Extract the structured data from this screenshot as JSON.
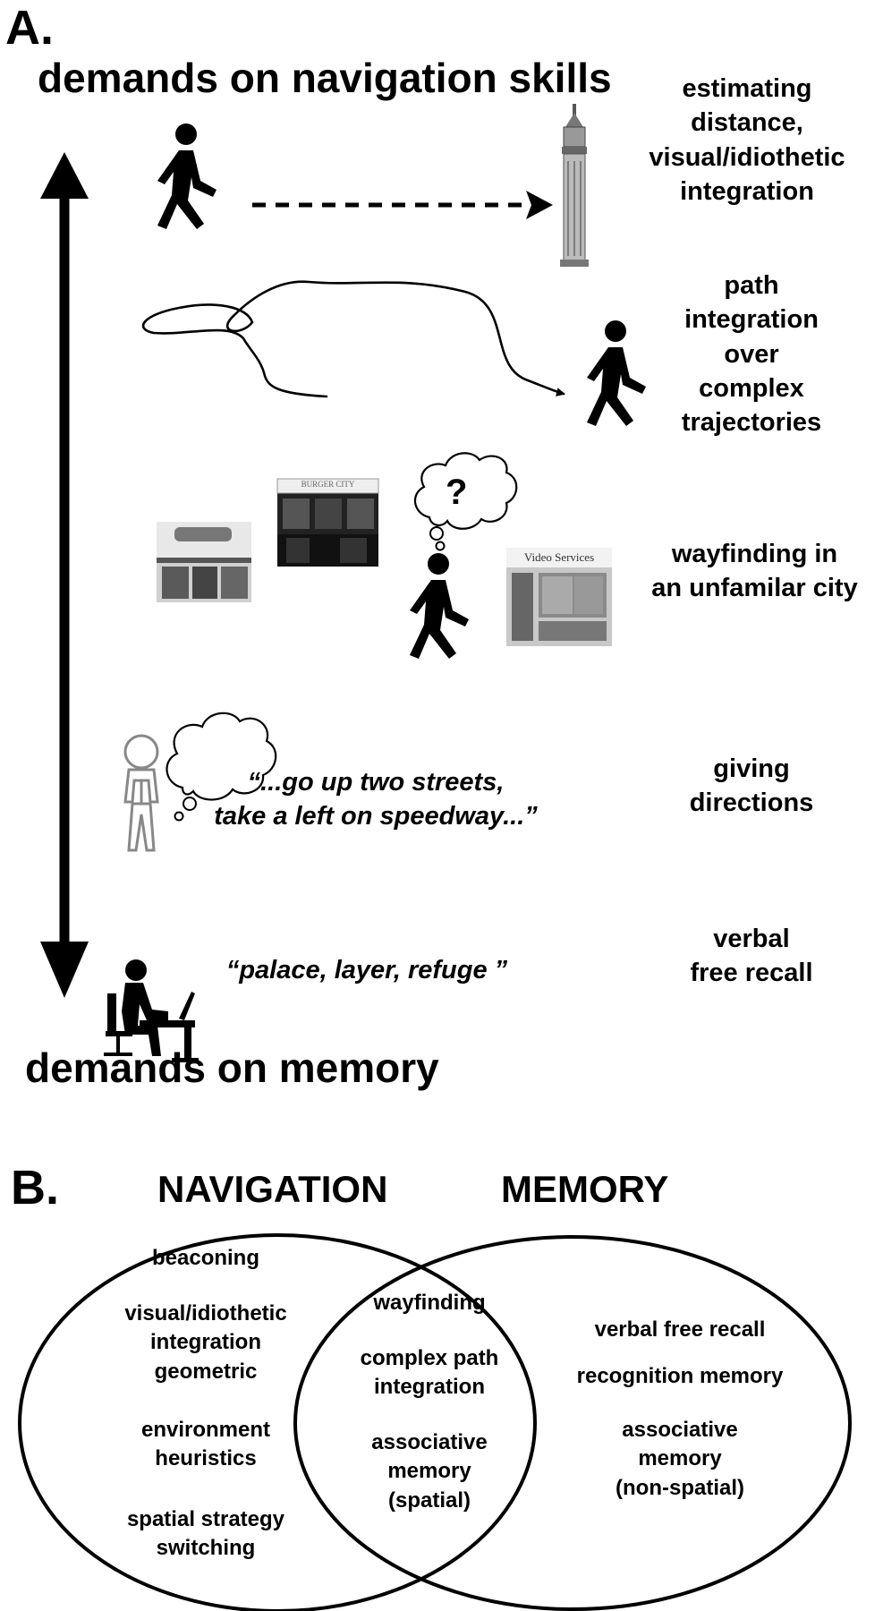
{
  "panel_a": {
    "letter": "A.",
    "top_label": "demands on navigation skills",
    "bottom_label": "demands on memory",
    "rows": [
      {
        "label": "estimating\ndistance,\nvisual/idiothetic\nintegration"
      },
      {
        "label": "path\nintegration\nover\ncomplex\ntrajectories"
      },
      {
        "label": "wayfinding in\nan unfamilar city",
        "bubble_text": "?",
        "signs": [
          "BURGER CITY",
          "Video Services"
        ]
      },
      {
        "label": "giving\ndirections",
        "quote": "“...go up two streets,\ntake a left on speedway...”"
      },
      {
        "label": "verbal\nfree recall",
        "quote": "“palace, layer, refuge ”"
      }
    ],
    "icons": [
      "walking-person-icon",
      "tower-icon",
      "thought-bubble-icon",
      "stick-figure-icon",
      "person-at-desk-icon",
      "storefront-icon"
    ]
  },
  "panel_b": {
    "letter": "B.",
    "left_title": "NAVIGATION",
    "right_title": "MEMORY",
    "navigation_only": [
      "beaconing",
      "visual/idiothetic\nintegration\ngeometric",
      "environment\nheuristics",
      "spatial strategy\nswitching"
    ],
    "shared": [
      "wayfinding",
      "complex path\nintegration",
      "associative\nmemory\n(spatial)"
    ],
    "memory_only": [
      "verbal free recall",
      "recognition memory",
      "associative\nmemory\n(non-spatial)"
    ]
  }
}
